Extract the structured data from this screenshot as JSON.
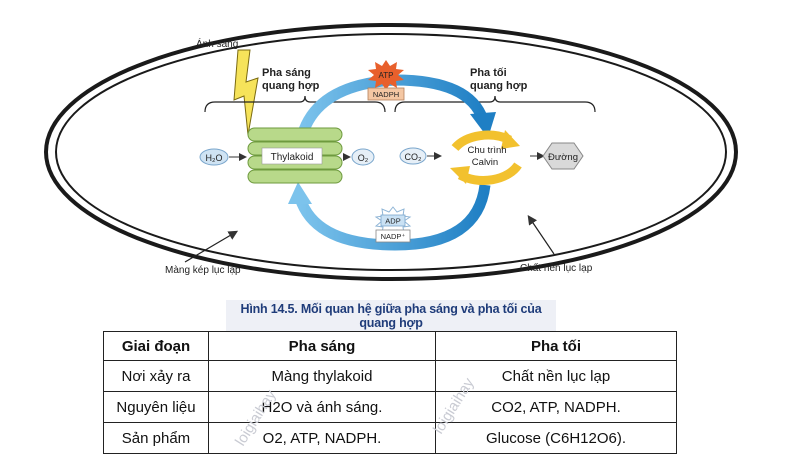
{
  "diagram": {
    "sunlight_label": "Ánh sáng",
    "light_phase_label": "Pha sáng quang hợp",
    "light_phase_line1": "Pha sáng",
    "light_phase_line2": "quang hợp",
    "dark_phase_line1": "Pha tối",
    "dark_phase_line2": "quang hợp",
    "atp": "ATP",
    "nadph": "NADPH",
    "adp": "ADP",
    "nadp_plus": "NADP⁺",
    "h2o": "H₂O",
    "thylakoid": "Thylakoid",
    "o2": "O₂",
    "co2": "CO₂",
    "calvin_line1": "Chu trình",
    "calvin_line2": "Calvin",
    "sugar": "Đường",
    "membrane_label": "Màng kép lục lạp",
    "stroma_label": "Chất nền lục lạp",
    "colors": {
      "thylakoid": "#b8d98a",
      "arrow_blue": "#2f8fd0",
      "calvin": "#f2c12e",
      "atp_star": "#e8602c"
    }
  },
  "caption": "Hình 14.5. Mối quan hệ giữa pha sáng và pha tối của quang hợp",
  "table": {
    "headers": [
      "Giai đoạn",
      "Pha sáng",
      "Pha tối"
    ],
    "rows": [
      [
        "Nơi xảy ra",
        "Màng thylakoid",
        "Chất nền lục lạp"
      ],
      [
        "Nguyên liệu",
        "H2O và ánh sáng.",
        "CO2, ATP, NADPH."
      ],
      [
        "Sản phẩm",
        "O2, ATP, NADPH.",
        "Glucose (C6H12O6)."
      ]
    ]
  },
  "watermarks": [
    "loigiaihay",
    "loigiaihay"
  ]
}
